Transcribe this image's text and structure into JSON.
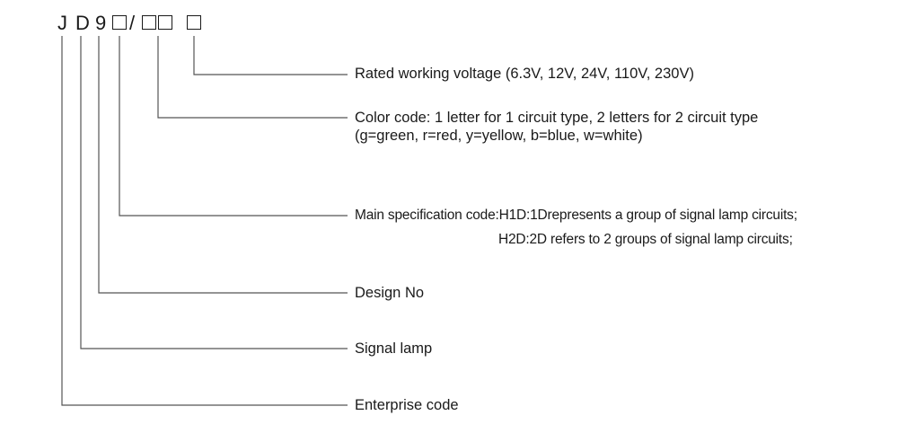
{
  "model_code": {
    "j": "J",
    "d": "D",
    "nine": "9",
    "slash": "/"
  },
  "labels": {
    "rated_voltage": "Rated working voltage (6.3V, 12V, 24V, 110V, 230V)",
    "color_code_line1": "Color code: 1 letter for 1 circuit type, 2 letters for 2 circuit type",
    "color_code_line2": "(g=green, r=red, y=yellow, b=blue, w=white)",
    "main_spec_line1": "Main specification code:H1D:1Drepresents a group of signal lamp circuits;",
    "main_spec_line2": "H2D:2D refers to 2 groups of signal lamp circuits;",
    "design_no": "Design No",
    "signal_lamp": "Signal lamp",
    "enterprise_code": "Enterprise code"
  },
  "colors": {
    "line": "#555555",
    "text": "#1a1a1a"
  }
}
